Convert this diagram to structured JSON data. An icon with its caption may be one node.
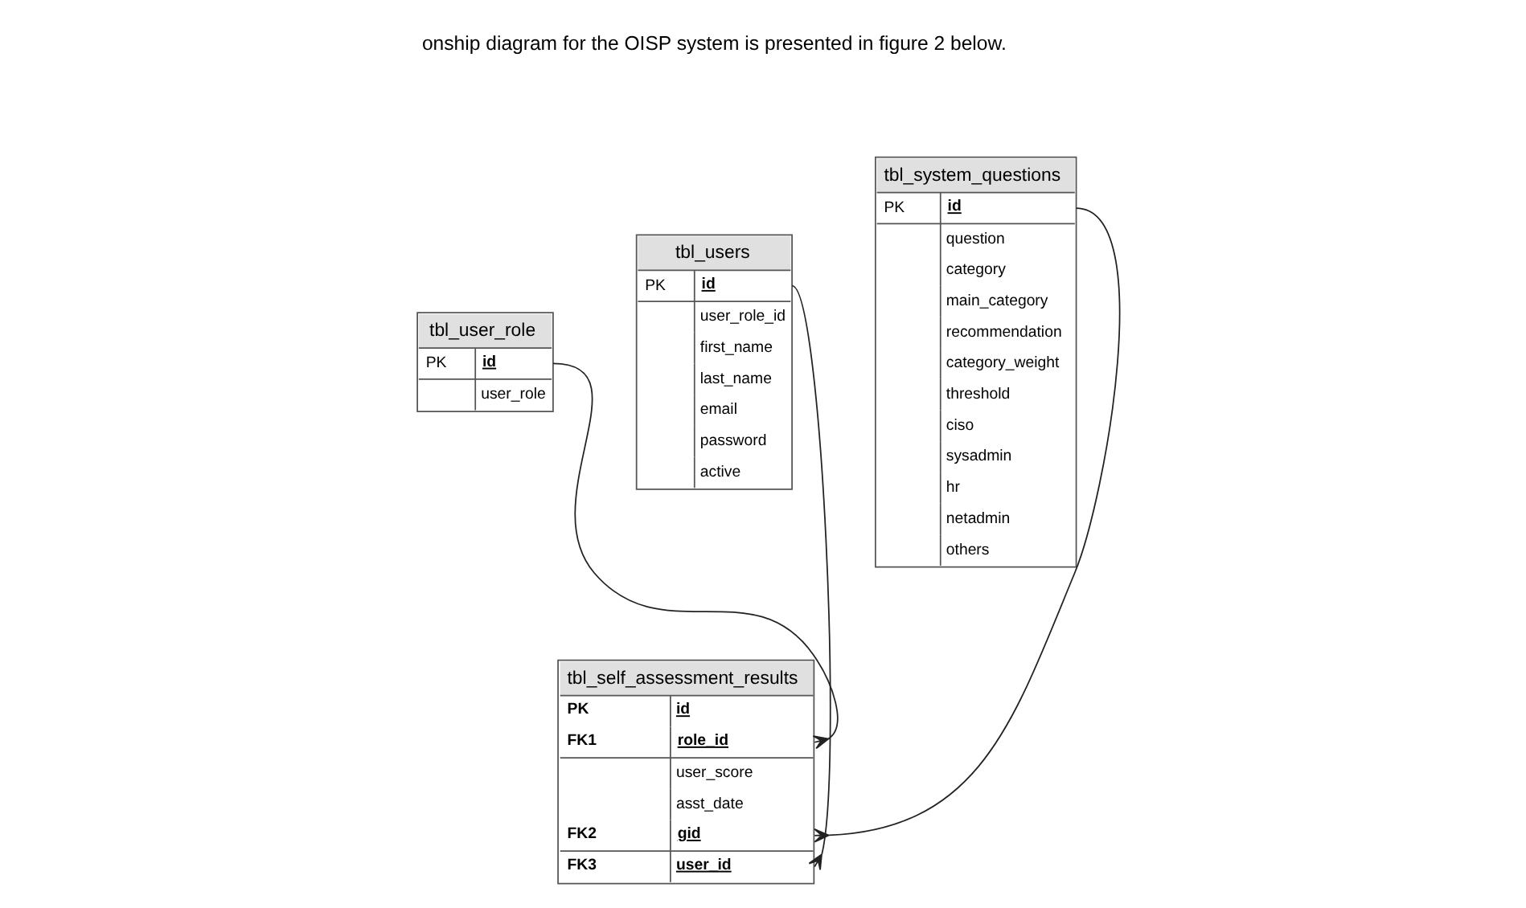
{
  "diagram": {
    "nodes": [
      {
        "text": [
          "tbl_user_role",
          "PK",
          "id",
          "user_role"
        ]
      },
      {
        "text": [
          "tbl_users",
          "PK",
          "id",
          "user_role_id",
          "first_name",
          "last_name",
          "email",
          "password",
          "active"
        ]
      },
      {
        "text": [
          "tbl_system_questions",
          "PK",
          "id",
          "question",
          "category",
          "main_category",
          "recommendation",
          "category_weight",
          "threshold",
          "ciso",
          "sysadmin",
          "hr",
          "netadmin",
          "others"
        ]
      },
      {
        "text": [
          "tbl_self_assessment_results",
          "PK",
          "id",
          "FK1",
          "role_id",
          "user_score",
          "asst_date",
          "FK2",
          "gid",
          "FK3",
          "user_id"
        ]
      }
    ],
    "edges": [
      {
        "from": 0,
        "to": 3,
        "arrow": "other"
      },
      {
        "from": 2,
        "to": 3,
        "arrow": "other"
      },
      {
        "from": 1,
        "to": 3,
        "arrow": "other"
      }
    ],
    "labels": [
      "onship diagram for the OISP system is presented in figure 2 below."
    ]
  }
}
